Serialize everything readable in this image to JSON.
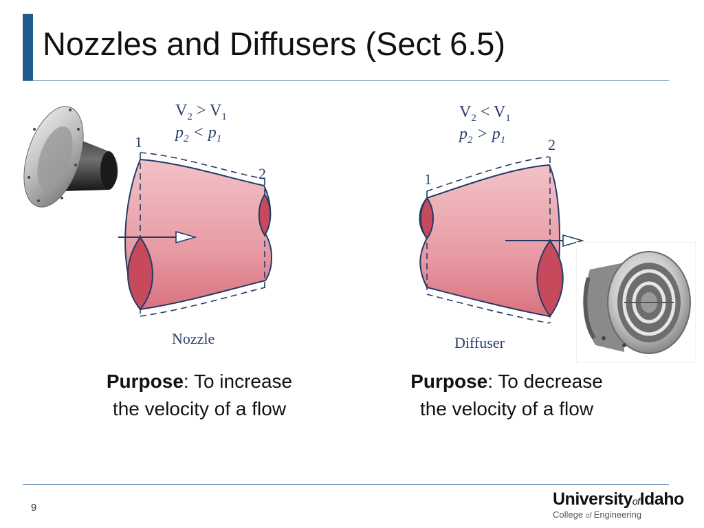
{
  "slide": {
    "title": "Nozzles and Diffusers (Sect 6.5)",
    "page_number": "9",
    "accent_color": "#1f5a8e",
    "rule_color": "#5b86b0"
  },
  "nozzle": {
    "eq_velocity": {
      "base": "V",
      "a": "2",
      "op": " > ",
      "b": "1"
    },
    "eq_pressure": {
      "base": "p",
      "a": "2",
      "op": " < ",
      "b": "1"
    },
    "station_in": "1",
    "station_out": "2",
    "caption": "Nozzle",
    "purpose_label": "Purpose",
    "purpose_line1": ":  To increase",
    "purpose_line2": "the velocity of a flow"
  },
  "diffuser": {
    "eq_velocity": {
      "base": "V",
      "a": "2",
      "op": " < ",
      "b": "1"
    },
    "eq_pressure": {
      "base": "p",
      "a": "2",
      "op": " > ",
      "b": "1"
    },
    "station_in": "1",
    "station_out": "2",
    "caption": "Diffuser",
    "purpose_label": "Purpose",
    "purpose_line1": ":  To decrease",
    "purpose_line2": "the velocity of a flow"
  },
  "logo": {
    "word1": "University",
    "of": "of",
    "word2": "Idaho",
    "sub1": "College ",
    "sub_of": "of",
    "sub2": " Engineering"
  },
  "colors": {
    "duct_fill": "#e89ba4",
    "duct_edge": "#233a66",
    "lens_fill": "#c64a5c"
  }
}
